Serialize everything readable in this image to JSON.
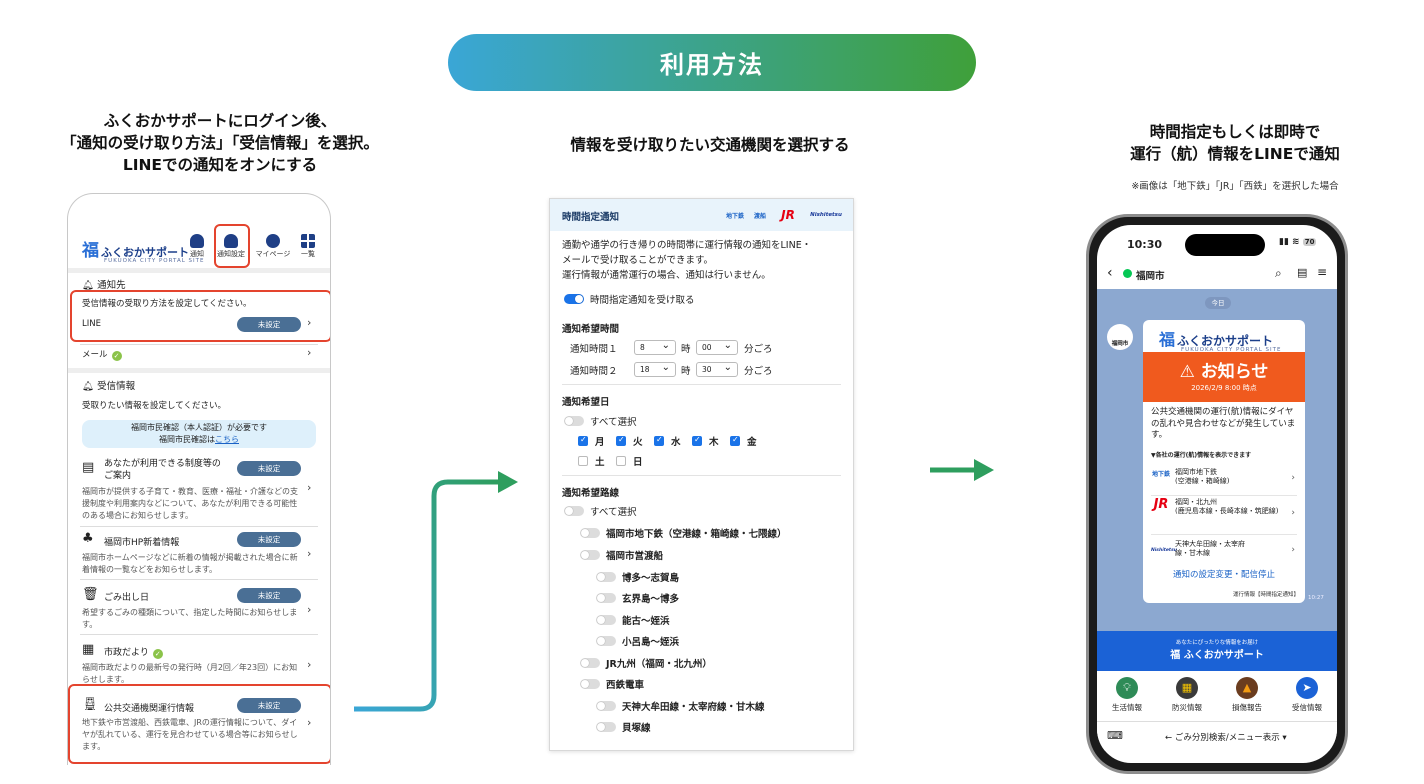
{
  "banner": {
    "title": "利用方法"
  },
  "step1": {
    "caption": [
      "ふくおかサポートにログイン後、",
      "「通知の受け取り方法」「受信情報」を選択。",
      "LINEでの通知をオンにする"
    ],
    "logo_text": "ふくおかサポート",
    "logo_sub": "FUKUOKA CITY PORTAL SITE",
    "nav": [
      "通知",
      "通知設定",
      "マイページ",
      "一覧"
    ],
    "dest_title": "通知先",
    "dest_desc": "受信情報の受取り方法を設定してください。",
    "line_label": "LINE",
    "mail_label": "メール",
    "unset": "未設定",
    "recv_title": "受信情報",
    "recv_desc": "受取りたい情報を設定してください。",
    "auth_line1": "福岡市民確認（本人認証）が必要です",
    "auth_line2": "福岡市民確認は",
    "auth_link": "こちら",
    "items": [
      {
        "title": "あなたが利用できる制度等の",
        "title2": "ご案内",
        "desc": "福岡市が提供する子育て・教育、医療・福祉・介護などの支援制度や利用案内などについて、あなたが利用できる可能性のある場合にお知らせします。"
      },
      {
        "title": "福岡市HP新着情報",
        "desc": "福岡市ホームページなどに新着の情報が掲載された場合に新着情報の一覧などをお知らせします。"
      },
      {
        "title": "ごみ出し日",
        "desc": "希望するごみの種類について、指定した時間にお知らせします。"
      },
      {
        "title": "市政だより",
        "desc": "福岡市政だよりの最新号の発行時（月2回／年23回）にお知らせします。"
      },
      {
        "title": "公共交通機関運行情報",
        "desc": "地下鉄や市営渡船、西鉄電車、JRの運行情報について、ダイヤが乱れている、運行を見合わせている場合等にお知らせします。"
      }
    ]
  },
  "step2": {
    "caption": "情報を受け取りたい交通機関を選択する",
    "panel_title": "時間指定通知",
    "logos": [
      "地下鉄",
      "渡船",
      "JR",
      "Nishitetsu"
    ],
    "intro": [
      "通勤や通学の行き帰りの時間帯に運行情報の通知をLINE・",
      "メールで受け取ることができます。",
      "運行情報が通常運行の場合、通知は行いません。"
    ],
    "receive_toggle": "時間指定通知を受け取る",
    "time_heading": "通知希望時間",
    "times": [
      {
        "label": "通知時間１",
        "hour": "8",
        "min": "00"
      },
      {
        "label": "通知時間２",
        "hour": "18",
        "min": "30"
      }
    ],
    "hour_unit": "時",
    "min_unit": "分ごろ",
    "day_heading": "通知希望日",
    "select_all": "すべて選択",
    "days": [
      "月",
      "火",
      "水",
      "木",
      "金",
      "土",
      "日"
    ],
    "route_heading": "通知希望路線",
    "routes": [
      "福岡市地下鉄（空港線・箱崎線・七隈線）",
      "福岡市営渡船",
      "博多〜志賀島",
      "玄界島〜博多",
      "能古〜姪浜",
      "小呂島〜姪浜",
      "JR九州（福岡・北九州）",
      "西鉄電車",
      "天神大牟田線・太宰府線・甘木線",
      "貝塚線"
    ]
  },
  "step3": {
    "caption": [
      "時間指定もしくは即時で",
      "運行（航）情報をLINEで通知"
    ],
    "note": "※画像は「地下鉄」「JR」「西鉄」を選択した場合",
    "time": "10:30",
    "chat_name": "福岡市",
    "today": "今日",
    "avatar_label": "福岡市",
    "card_logo": "ふくおかサポート",
    "card_logo_sub": "FUKUOKA CITY PORTAL SITE",
    "notice_title": "お知らせ",
    "notice_date": "2026/2/9 8:00 時点",
    "body": "公共交通機関の運行(航)情報にダイヤの乱れや見合わせなどが発生しています。",
    "sub_head": "▼各社の運行(航)情報を表示できます",
    "links": [
      {
        "logo": "地下鉄",
        "text": "福岡市地下鉄",
        "text2": "(空港線・箱崎線)"
      },
      {
        "logo": "JR",
        "text": "福岡・北九州",
        "text2": "(鹿児島本線・長崎本線・筑肥線)"
      },
      {
        "logo": "Nishitetsu",
        "text": "天神大牟田線・太宰府",
        "text2": "線・甘木線"
      }
    ],
    "settings_link": "通知の設定変更・配信停止",
    "footer_small": "運行情報【時間指定通知】",
    "msg_time": "10:27",
    "blue_small": "あなたにぴったりな情報をお届け",
    "blue_logo": "ふくおかサポート",
    "menu": [
      "生活情報",
      "防災情報",
      "損傷報告",
      "受信情報"
    ],
    "bottom_text": "← ごみ分別検索/メニュー表示 ▾"
  },
  "colors": {
    "accent_blue": "#1a73e8",
    "alert_red": "#e4442e",
    "arrow_green": "#2e9e5e",
    "orange": "#f05a1e"
  }
}
